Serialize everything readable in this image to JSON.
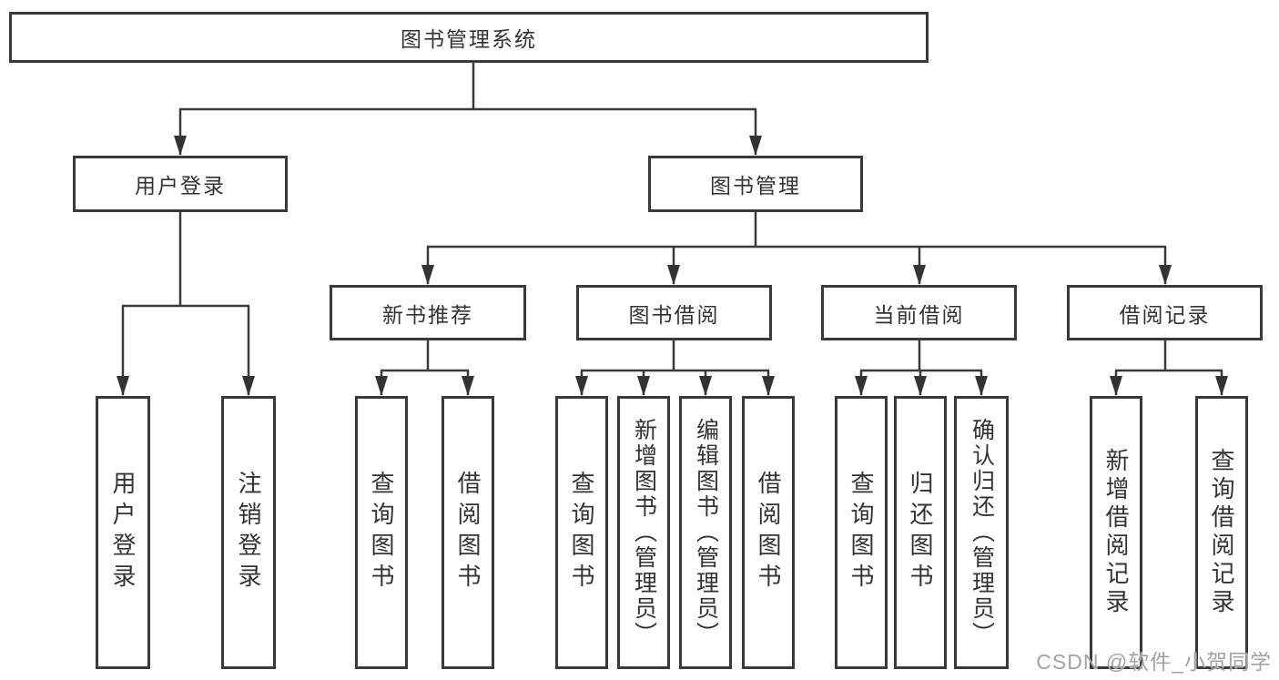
{
  "diagram": {
    "root": {
      "label": "图书管理系统"
    },
    "branches": [
      {
        "label": "用户登录",
        "children": [
          {
            "label": "用户登录"
          },
          {
            "label": "注销登录"
          }
        ]
      },
      {
        "label": "图书管理",
        "children": [
          {
            "label": "新书推荐",
            "children": [
              {
                "label": "查询图书"
              },
              {
                "label": "借阅图书"
              }
            ]
          },
          {
            "label": "图书借阅",
            "children": [
              {
                "label": "查询图书"
              },
              {
                "label": "新增图书（管理员）"
              },
              {
                "label": "编辑图书（管理员）"
              },
              {
                "label": "借阅图书"
              }
            ]
          },
          {
            "label": "当前借阅",
            "children": [
              {
                "label": "查询图书"
              },
              {
                "label": "归还图书"
              },
              {
                "label": "确认归还（管理员）"
              }
            ]
          },
          {
            "label": "借阅记录",
            "children": [
              {
                "label": "新增借阅记录"
              },
              {
                "label": "查询借阅记录"
              }
            ]
          }
        ]
      }
    ]
  },
  "watermark": {
    "text": "CSDN @软件_小贺同学"
  },
  "colors": {
    "line": "#3a3a3a",
    "arrow": "#333333",
    "text": "#333333",
    "watermark": "#a3a3a3",
    "background": "#ffffff"
  }
}
